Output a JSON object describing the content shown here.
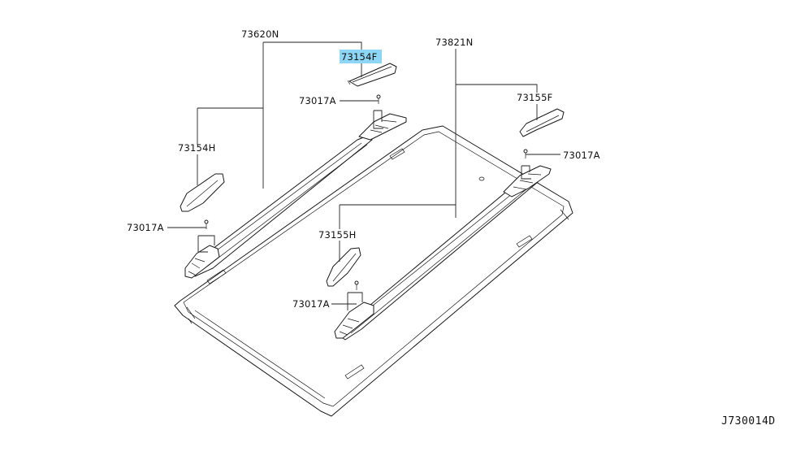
{
  "diagram": {
    "ref_code": "J730014D",
    "highlight_color": "#8ed6f5",
    "labels": {
      "rail_left": "73620N",
      "rail_right": "73821N",
      "cover_front_left": "73154F",
      "cover_rear_left": "73154H",
      "cover_front_right": "73155F",
      "cover_rear_right": "73155H",
      "bolt": "73017A"
    },
    "highlighted": "73154F"
  }
}
